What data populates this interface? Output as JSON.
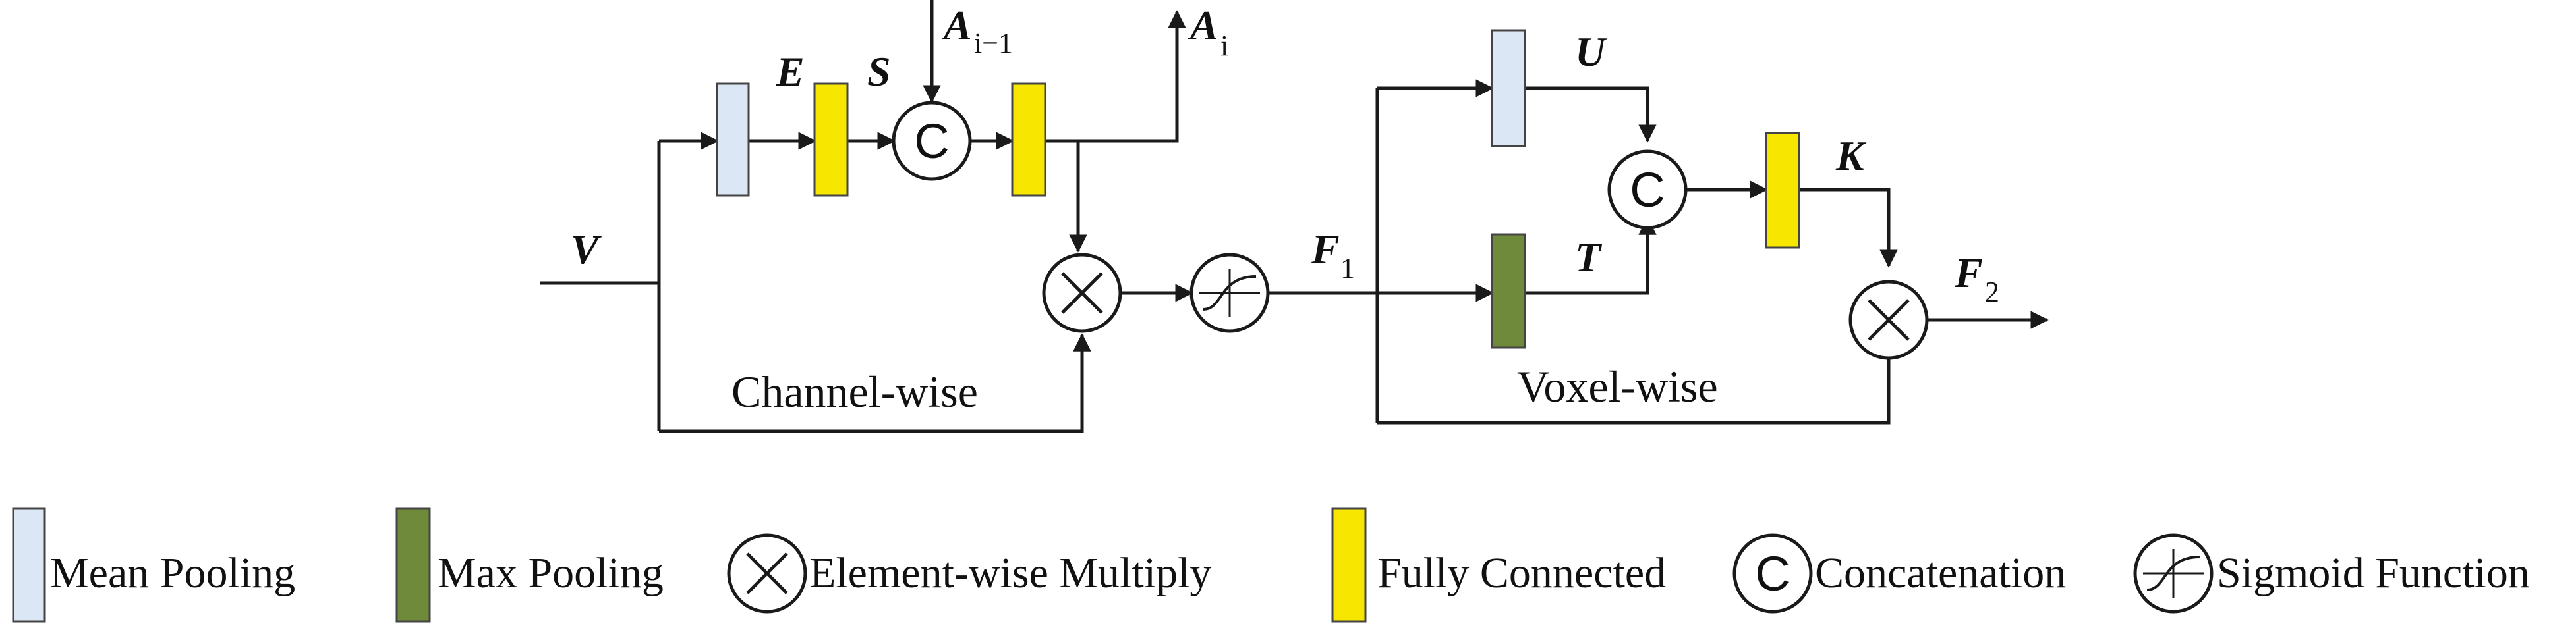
{
  "colors": {
    "mean_pooling": "#dbe7f4",
    "max_pooling": "#6e8a3a",
    "fully_connected": "#f6e600",
    "line": "#1a1a1a"
  },
  "labels": {
    "V": "V",
    "E": "E",
    "S": "S",
    "A_prev": "A",
    "A_prev_sub": "i−1",
    "A_cur": "A",
    "A_cur_sub": "i",
    "F1": "F",
    "F1_sub": "1",
    "U": "U",
    "T": "T",
    "K": "K",
    "F2": "F",
    "F2_sub": "2",
    "channel_wise": "Channel-wise",
    "voxel_wise": "Voxel-wise"
  },
  "symbols": {
    "concat": "C"
  },
  "legend": {
    "mean_pooling": "Mean Pooling",
    "max_pooling": "Max Pooling",
    "multiply": "Element-wise Multiply",
    "fully_connected": "Fully Connected",
    "concatenation": "Concatenation",
    "sigmoid": "Sigmoid Function"
  }
}
